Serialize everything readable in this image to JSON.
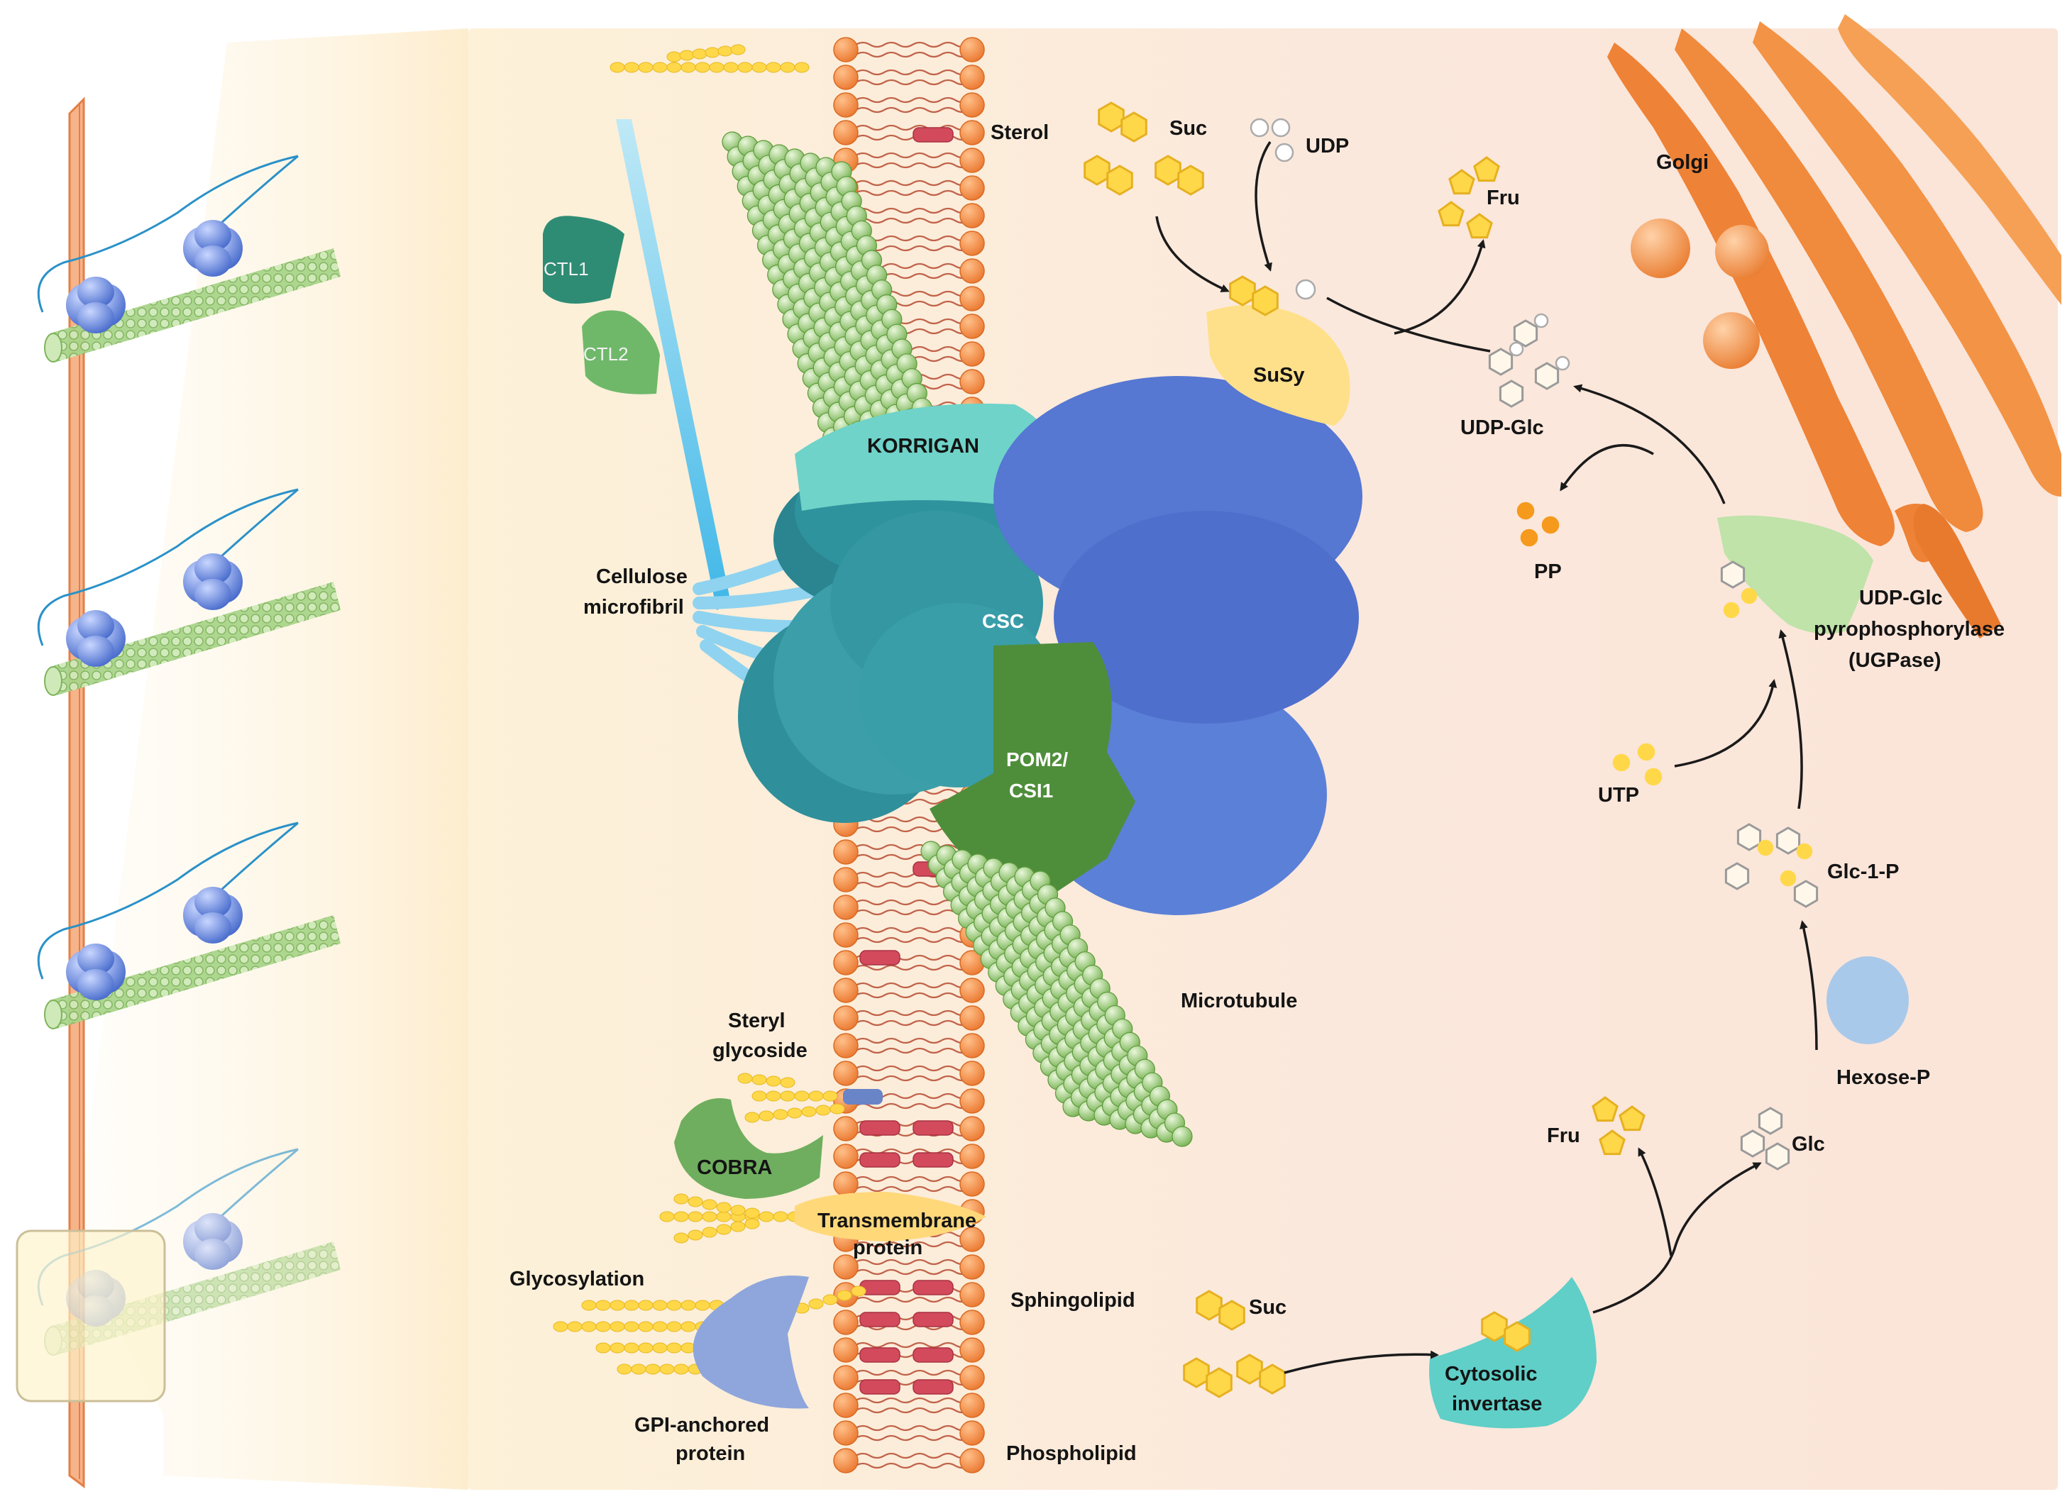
{
  "labels": {
    "sterol": "Sterol",
    "suc_top": "Suc",
    "udp": "UDP",
    "fru_top": "Fru",
    "golgi": "Golgi",
    "ctl1": "CTL1",
    "ctl2": "CTL2",
    "susy": "SuSy",
    "udp_glc": "UDP-Glc",
    "korrigan": "KORRIGAN",
    "pp": "PP",
    "cellulose_1": "Cellulose",
    "cellulose_2": "microfibril",
    "csc": "CSC",
    "ugpase_1": "UDP-Glc",
    "ugpase_2": "pyrophosphorylase",
    "ugpase_3": "(UGPase)",
    "pom2_1": "POM2/",
    "pom2_2": "CSI1",
    "utp": "UTP",
    "glc1p": "Glc-1-P",
    "microtubule": "Microtubule",
    "steryl_1": "Steryl",
    "steryl_2": "glycoside",
    "hexose_p": "Hexose-P",
    "fru_bottom": "Fru",
    "glc": "Glc",
    "cobra": "COBRA",
    "transmembrane_1": "Transmembrane",
    "transmembrane_2": "protein",
    "glycosylation": "Glycosylation",
    "suc_bottom": "Suc",
    "sphingolipid": "Sphingolipid",
    "cytosolic_1": "Cytosolic",
    "cytosolic_2": "invertase",
    "gpi_1": "GPI-anchored",
    "gpi_2": "protein",
    "phospholipid": "Phospholipid"
  },
  "colors": {
    "membrane_head": "#f08a3c",
    "microtubule": "#8cc36a",
    "csc_blue": "#5b7fd6",
    "csc_teal": "#2f8f9a",
    "korrigan": "#6fd3c9",
    "pom2": "#4f8f3a",
    "cobra": "#6fae5f",
    "gpi": "#8fa6dc",
    "susy": "#ffe08a",
    "ugpase": "#bfe3a8",
    "invertase": "#5fcfc8",
    "hexose_p": "#a9c9ea",
    "golgi": "#f08a3c",
    "sugar": "#ffd84a",
    "phosphate": "#f59a1c"
  }
}
